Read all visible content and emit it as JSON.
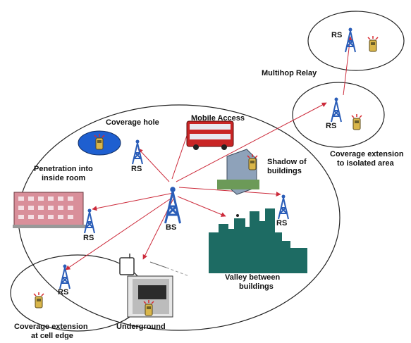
{
  "nodes": {
    "bs": "BS",
    "rs": "RS"
  },
  "labels": {
    "coverage_hole": "Coverage hole",
    "mobile_access": "Mobile Access",
    "penetration_line1": "Penetration into",
    "penetration_line2": "inside room",
    "shadow_line1": "Shadow of",
    "shadow_line2": "buildings",
    "valley_line1": "Valley between",
    "valley_line2": "buildings",
    "underground": "Underground",
    "coverage_edge_line1": "Coverage extension",
    "coverage_edge_line2": "at cell edge",
    "coverage_isolated_line1": "Coverage extension",
    "coverage_isolated_line2": "to isolated area",
    "multihop_relay": "Multihop Relay"
  },
  "icons": [
    "tower-icon",
    "phone-icon",
    "bus-icon",
    "building-icon",
    "skyline-icon",
    "train-icon"
  ],
  "colors": {
    "link": "#cc2b3b",
    "tower": "#2a5db8",
    "skyline": "#1d6b63",
    "hole": "#1e5fd0"
  }
}
